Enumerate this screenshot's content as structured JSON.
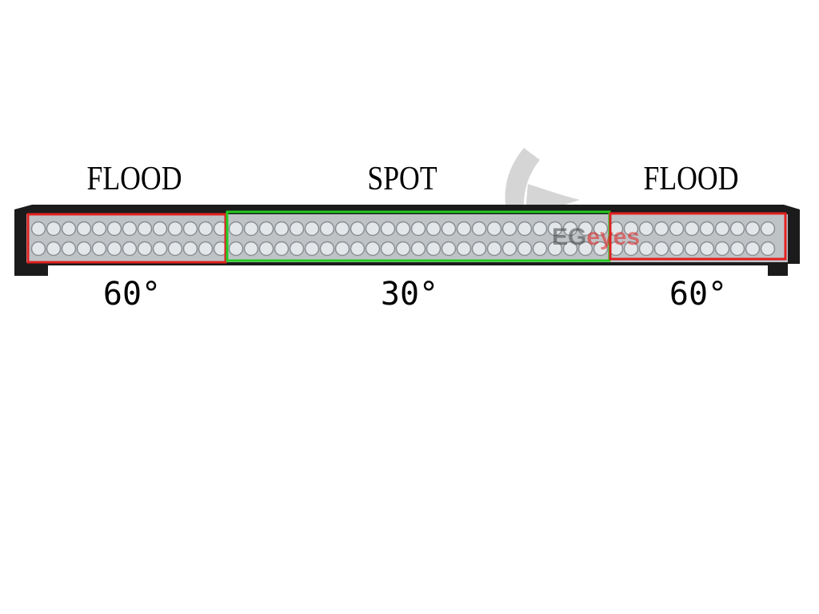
{
  "sections": [
    {
      "type_label": "FLOOD",
      "angle_label": "60°",
      "box_color": "#e02020"
    },
    {
      "type_label": "SPOT",
      "angle_label": "30°",
      "box_color": "#22cc22"
    },
    {
      "type_label": "FLOOD",
      "angle_label": "60°",
      "box_color": "#e02020"
    }
  ],
  "watermark": {
    "text_a": "EG",
    "text_b": "eyes"
  }
}
